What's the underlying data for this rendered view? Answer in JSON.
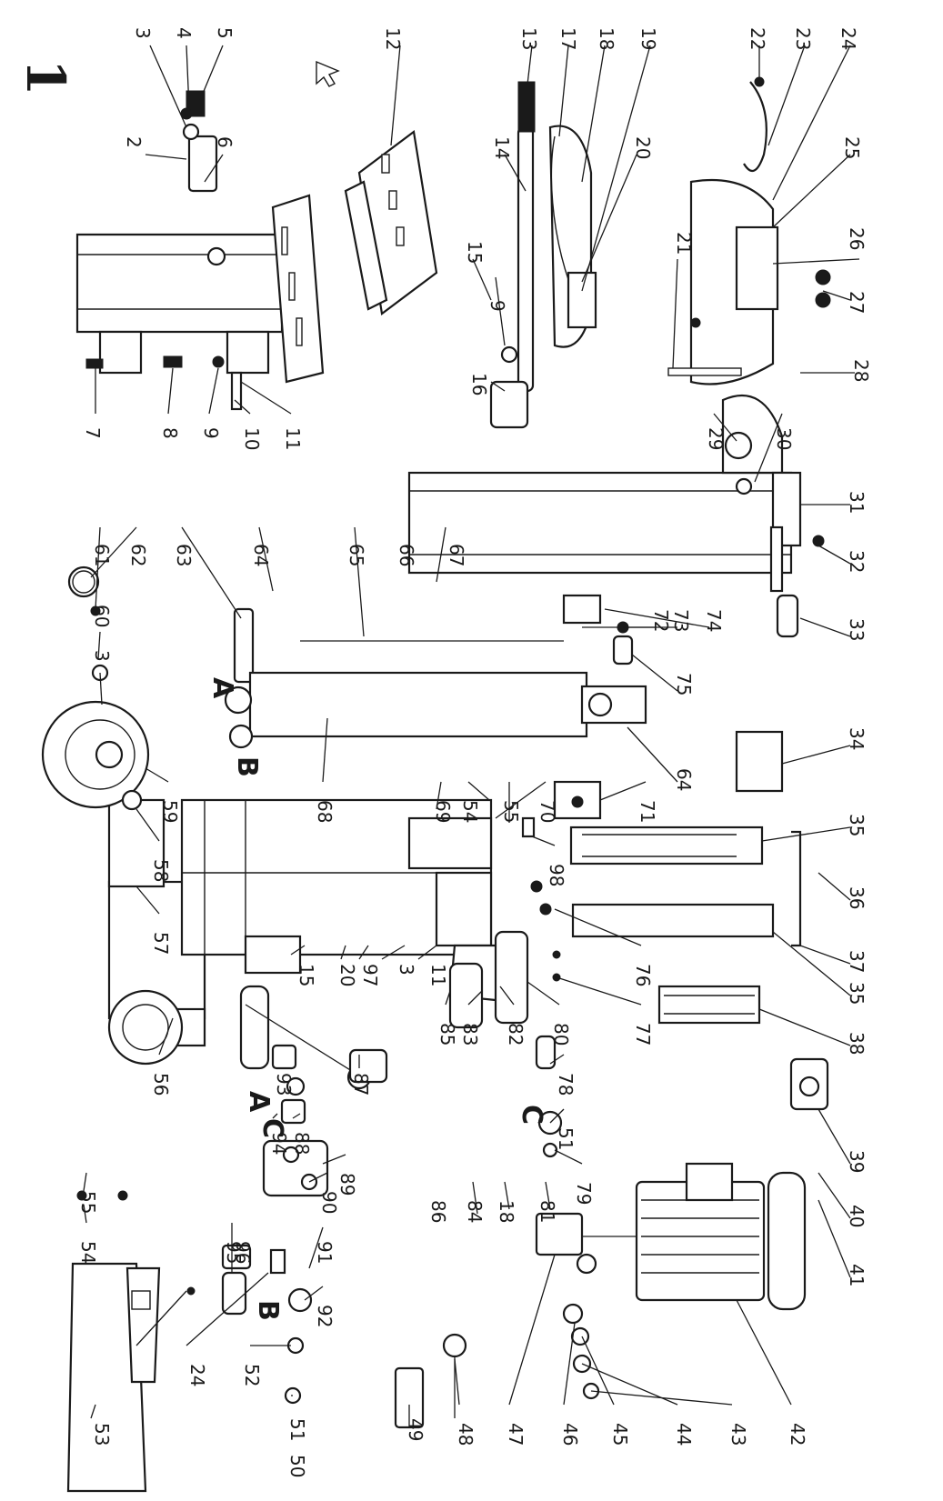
{
  "sheet": {
    "number": "1"
  },
  "callouts": [
    {
      "id": "c3a",
      "text": "3"
    },
    {
      "id": "c4",
      "text": "4"
    },
    {
      "id": "c5",
      "text": "5"
    },
    {
      "id": "c12",
      "text": "12"
    },
    {
      "id": "c13",
      "text": "13"
    },
    {
      "id": "c17",
      "text": "17"
    },
    {
      "id": "c18a",
      "text": "18"
    },
    {
      "id": "c19",
      "text": "19"
    },
    {
      "id": "c22",
      "text": "22"
    },
    {
      "id": "c23",
      "text": "23"
    },
    {
      "id": "c24a",
      "text": "24"
    },
    {
      "id": "c2",
      "text": "2"
    },
    {
      "id": "c6",
      "text": "6"
    },
    {
      "id": "c14",
      "text": "14"
    },
    {
      "id": "c20a",
      "text": "20"
    },
    {
      "id": "c25",
      "text": "25"
    },
    {
      "id": "c21",
      "text": "21"
    },
    {
      "id": "c26",
      "text": "26"
    },
    {
      "id": "c15a",
      "text": "15"
    },
    {
      "id": "c9a",
      "text": "9"
    },
    {
      "id": "c27",
      "text": "27"
    },
    {
      "id": "c28",
      "text": "28"
    },
    {
      "id": "c16",
      "text": "16"
    },
    {
      "id": "c7",
      "text": "7"
    },
    {
      "id": "c8",
      "text": "8"
    },
    {
      "id": "c9b",
      "text": "9"
    },
    {
      "id": "c10",
      "text": "10"
    },
    {
      "id": "c11a",
      "text": "11"
    },
    {
      "id": "c29",
      "text": "29"
    },
    {
      "id": "c30",
      "text": "30"
    },
    {
      "id": "c31",
      "text": "31"
    },
    {
      "id": "c61",
      "text": "61"
    },
    {
      "id": "c62",
      "text": "62"
    },
    {
      "id": "c63",
      "text": "63"
    },
    {
      "id": "c64a",
      "text": "64"
    },
    {
      "id": "c65",
      "text": "65"
    },
    {
      "id": "c66",
      "text": "66"
    },
    {
      "id": "c67",
      "text": "67"
    },
    {
      "id": "c32",
      "text": "32"
    },
    {
      "id": "c60",
      "text": "60"
    },
    {
      "id": "c72",
      "text": "72"
    },
    {
      "id": "c73",
      "text": "73"
    },
    {
      "id": "c74",
      "text": "74"
    },
    {
      "id": "c33",
      "text": "33"
    },
    {
      "id": "c3b",
      "text": "3"
    },
    {
      "id": "c75",
      "text": "75"
    },
    {
      "id": "c34",
      "text": "34"
    },
    {
      "id": "c59",
      "text": "59"
    },
    {
      "id": "c68",
      "text": "68"
    },
    {
      "id": "c69",
      "text": "69"
    },
    {
      "id": "c54a",
      "text": "54"
    },
    {
      "id": "c55a",
      "text": "55"
    },
    {
      "id": "c70",
      "text": "70"
    },
    {
      "id": "c71",
      "text": "71"
    },
    {
      "id": "c64b",
      "text": "64"
    },
    {
      "id": "c35a",
      "text": "35"
    },
    {
      "id": "c58",
      "text": "58"
    },
    {
      "id": "c98",
      "text": "98"
    },
    {
      "id": "c36",
      "text": "36"
    },
    {
      "id": "c57",
      "text": "57"
    },
    {
      "id": "c15b",
      "text": "15"
    },
    {
      "id": "c20b",
      "text": "20"
    },
    {
      "id": "c97",
      "text": "97"
    },
    {
      "id": "c3c",
      "text": "3"
    },
    {
      "id": "c11b",
      "text": "11"
    },
    {
      "id": "c76",
      "text": "76"
    },
    {
      "id": "c37",
      "text": "37"
    },
    {
      "id": "c35b",
      "text": "35"
    },
    {
      "id": "c77",
      "text": "77"
    },
    {
      "id": "c85",
      "text": "85"
    },
    {
      "id": "c83",
      "text": "83"
    },
    {
      "id": "c82",
      "text": "82"
    },
    {
      "id": "c80",
      "text": "80"
    },
    {
      "id": "c56",
      "text": "56"
    },
    {
      "id": "c87",
      "text": "87"
    },
    {
      "id": "c93",
      "text": "93"
    },
    {
      "id": "c78",
      "text": "78"
    },
    {
      "id": "c38",
      "text": "38"
    },
    {
      "id": "c88",
      "text": "88"
    },
    {
      "id": "c51a",
      "text": "51"
    },
    {
      "id": "c94",
      "text": "94"
    },
    {
      "id": "c89",
      "text": "89"
    },
    {
      "id": "c79",
      "text": "79"
    },
    {
      "id": "c55b",
      "text": "55"
    },
    {
      "id": "c90",
      "text": "90"
    },
    {
      "id": "c81",
      "text": "81"
    },
    {
      "id": "c18b",
      "text": "18"
    },
    {
      "id": "c95",
      "text": "95"
    },
    {
      "id": "c84",
      "text": "84"
    },
    {
      "id": "c39",
      "text": "39"
    },
    {
      "id": "c86",
      "text": "86"
    },
    {
      "id": "c54b",
      "text": "54"
    },
    {
      "id": "c96",
      "text": "96"
    },
    {
      "id": "c91",
      "text": "91"
    },
    {
      "id": "c40",
      "text": "40"
    },
    {
      "id": "c92",
      "text": "92"
    },
    {
      "id": "c41",
      "text": "41"
    },
    {
      "id": "c24b",
      "text": "24"
    },
    {
      "id": "c52",
      "text": "52"
    },
    {
      "id": "c51b",
      "text": "51"
    },
    {
      "id": "c50",
      "text": "50"
    },
    {
      "id": "c49",
      "text": "49"
    },
    {
      "id": "c48",
      "text": "48"
    },
    {
      "id": "c47",
      "text": "47"
    },
    {
      "id": "c46",
      "text": "46"
    },
    {
      "id": "c45",
      "text": "45"
    },
    {
      "id": "c44",
      "text": "44"
    },
    {
      "id": "c43",
      "text": "43"
    },
    {
      "id": "c42",
      "text": "42"
    },
    {
      "id": "c53",
      "text": "53"
    }
  ],
  "port_letters": [
    {
      "id": "pA1",
      "text": "A"
    },
    {
      "id": "pB1",
      "text": "B"
    },
    {
      "id": "pA2",
      "text": "A"
    },
    {
      "id": "pC1",
      "text": "C"
    },
    {
      "id": "pC2",
      "text": "C"
    },
    {
      "id": "pB2",
      "text": "B"
    }
  ]
}
